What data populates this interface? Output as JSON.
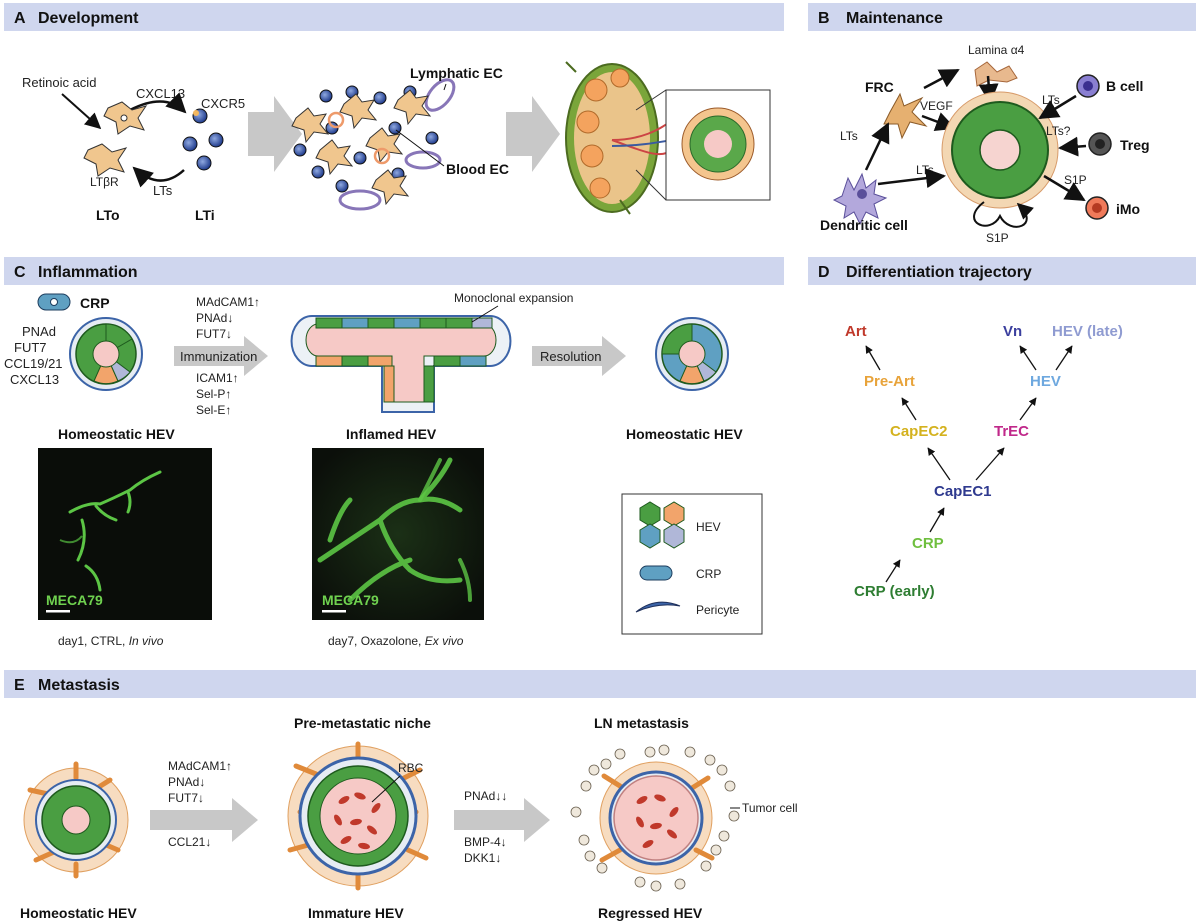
{
  "panelA": {
    "letter": "A",
    "title": "Development",
    "retinoic_acid": "Retinoic acid",
    "cxcl13": "CXCL13",
    "cxcr5": "CXCR5",
    "ltbr": "LTβR",
    "lts": "LTs",
    "lto": "LTo",
    "lti": "LTi",
    "lymphatic_ec": "Lymphatic EC",
    "blood_ec": "Blood EC"
  },
  "panelB": {
    "letter": "B",
    "title": "Maintenance",
    "lamina": "Lamina α4",
    "frc": "FRC",
    "vegf": "VEGF",
    "lts1": "LTs",
    "lts2": "LTs",
    "lts3": "LTs",
    "lts_q": "LTs?",
    "b_cell": "B cell",
    "treg": "Treg",
    "s1p_1": "S1P",
    "s1p_2": "S1P",
    "imo": "iMo",
    "dendritic": "Dendritic cell"
  },
  "panelC": {
    "letter": "C",
    "title": "Inflammation",
    "crp": "CRP",
    "markers": [
      "PNAd",
      "FUT7",
      "CCL19/21",
      "CXCL13"
    ],
    "up_list": [
      "MAdCAM1↑",
      "PNAd↓",
      "FUT7↓"
    ],
    "immunization": "Immunization",
    "down_list": [
      "ICAM1↑",
      "Sel-P↑",
      "Sel-E↑"
    ],
    "monoclonal": "Monoclonal expansion",
    "resolution": "Resolution",
    "homeostatic_hev_1": "Homeostatic HEV",
    "inflamed_hev": "Inflamed HEV",
    "homeostatic_hev_2": "Homeostatic HEV",
    "meca_1": "MECA79",
    "meca_2": "MECA79",
    "caption_1_plain": "day1, CTRL, ",
    "caption_1_italic": "In vivo",
    "caption_2_plain": "day7, Oxazolone, ",
    "caption_2_italic": "Ex vivo",
    "legend": {
      "hev": "HEV",
      "crp": "CRP",
      "pericyte": "Pericyte"
    }
  },
  "panelD": {
    "letter": "D",
    "title": "Differentiation trajectory",
    "nodes": {
      "art": "Art",
      "pre_art": "Pre-Art",
      "capec2": "CapEC2",
      "vn": "Vn",
      "hev_late": "HEV (late)",
      "hev": "HEV",
      "trec": "TrEC",
      "capec1": "CapEC1",
      "crp": "CRP",
      "crp_early": "CRP (early)"
    },
    "colors": {
      "art": "#c0392b",
      "pre_art": "#e8a33a",
      "capec2": "#d4b21f",
      "vn": "#3b3f9e",
      "hev_late": "#8f9bd1",
      "hev": "#6ea8df",
      "trec": "#c0288a",
      "capec1": "#2f3a8f",
      "crp": "#6fbf3f",
      "crp_early": "#2e7d32"
    }
  },
  "panelE": {
    "letter": "E",
    "title": "Metastasis",
    "up_list": [
      "MAdCAM1↑",
      "PNAd↓",
      "FUT7↓"
    ],
    "ccl21": "CCL21↓",
    "pre_metastatic": "Pre-metastatic niche",
    "rbc": "RBC",
    "pnad2": "PNAd↓↓",
    "bmp": "BMP-4↓",
    "dkk": "DKK1↓",
    "ln_metastasis": "LN metastasis",
    "tumor_cell": "Tumor cell",
    "homeostatic_hev": "Homeostatic HEV",
    "immature_hev": "Immature HEV",
    "regressed_hev": "Regressed HEV"
  },
  "colors": {
    "header_band": "#cfd6ee",
    "hev_green": "#3a9a3a",
    "hev_green_light": "#6cc15a",
    "lumen": "#f6c9c6",
    "orange_cell": "#f2a46b",
    "blue_cell": "#5fa0c2",
    "pericyte": "#3c64a8",
    "frc": "#e6b070",
    "lti_blue": "#1f3b8c"
  }
}
